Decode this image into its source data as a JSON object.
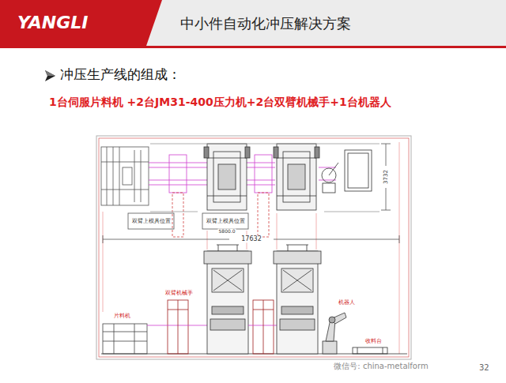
{
  "diagram": {
    "title": "中小件自动化冲压解决方案",
    "labels": [
      "YANGLI",
      "冲压生产线的组成：",
      "1台伺服片料机 +2台JM31-400压力机+2台双臂机械手+1台机器人",
      "3732",
      "双臂上模具位置",
      "双臂上模具位置",
      "5800.0",
      "17632",
      "片料机",
      "双臂机械手",
      "机器人",
      "收料台",
      "微信号: china-metalform",
      "32"
    ]
  }
}
